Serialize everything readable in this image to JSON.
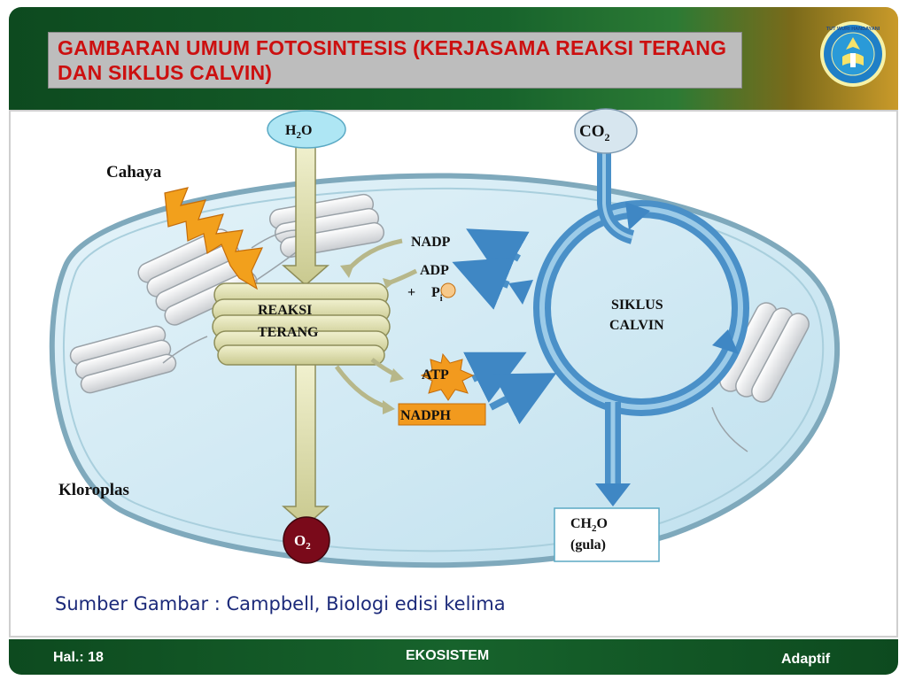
{
  "header": {
    "title": "GAMBARAN UMUM FOTOSINTESIS (KERJASAMA REAKSI TERANG DAN SIKLUS CALVIN)",
    "logo_text": "TUT WURI HANDAYANI"
  },
  "diagram": {
    "h2o": {
      "main": "H",
      "sub": "2",
      "tail": "O"
    },
    "co2": {
      "main": "CO",
      "sub": "2"
    },
    "o2": {
      "main": "O",
      "sub": "2"
    },
    "cahaya": "Cahaya",
    "kloroplas": "Kloroplas",
    "reaksi_line1": "REAKSI",
    "reaksi_line2": "TERANG",
    "siklus_line1": "SIKLUS",
    "siklus_line2": "CALVIN",
    "nadp": "NADP",
    "adp": "ADP",
    "plus": "+",
    "p": "P",
    "p_sub": "i",
    "atp": "ATP",
    "nadph": "NADPH",
    "ch2o": {
      "main": "CH",
      "sub": "2",
      "tail": "O"
    },
    "gula": "(gula)"
  },
  "source": "Sumber Gambar : Campbell, Biologi edisi kelima",
  "footer": {
    "page": "Hal.: 18",
    "topic": "EKOSISTEM",
    "label": "Adaptif"
  },
  "colors": {
    "title_red": "#cc1010",
    "cycle_blue": "#4a90c8",
    "arrow_olive": "#c8c89a",
    "stroma": "#cfe8f3",
    "atp_orange": "#f29a1e",
    "o2_maroon": "#7a0a1a"
  }
}
